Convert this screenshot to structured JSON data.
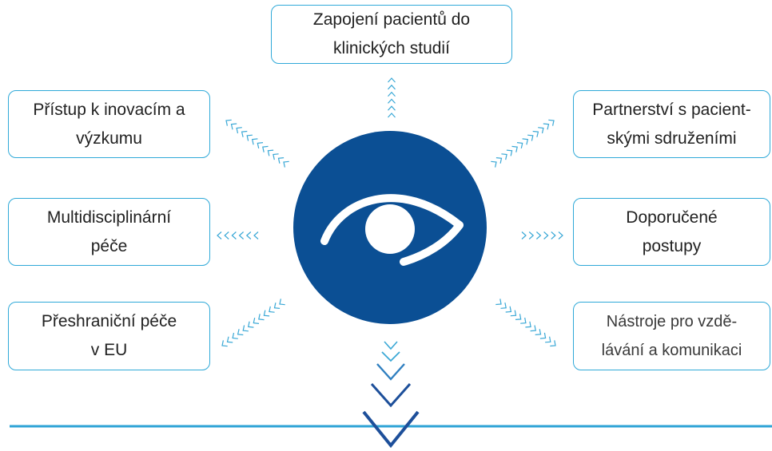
{
  "colors": {
    "circle": "#0b4f94",
    "eye": "#ffffff",
    "border": "#2fa9d8",
    "chevron_light": "#3aa8d6",
    "chevron_dark": "#1d4f9a",
    "bottom_line": "#2ea3d6"
  },
  "center": {
    "icon": "eye-icon"
  },
  "nodes": {
    "top": {
      "text": "Zapojení pacientů do\nklinických studií"
    },
    "top_left": {
      "text": "Přístup k inovacím a\nvýzkumu"
    },
    "mid_left": {
      "text": "Multidisciplinární\npéče"
    },
    "bottom_left": {
      "text": "Přeshraniční péče\nv EU"
    },
    "top_right": {
      "text": "Partnerství s pacient-\nskými sdruženími"
    },
    "mid_right": {
      "text": "Doporučené\npostupy"
    },
    "bottom_right": {
      "text": "Nástroje pro vzdě-\nlávání a komunikaci"
    }
  }
}
